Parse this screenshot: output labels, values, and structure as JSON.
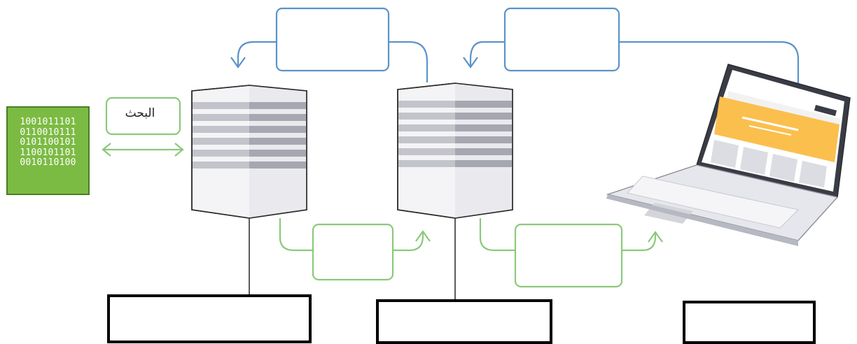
{
  "binary_block": {
    "lines": [
      "1001011101",
      "0110010111",
      "0101100101",
      "1100101101",
      "0010110100"
    ]
  },
  "labels": {
    "search": "البحث"
  },
  "colors": {
    "request_arrow": "#5b93c9",
    "response_arrow": "#8bc97a",
    "binary_fill": "#7cbb43",
    "laptop_screen_banner": "#fbbf4e",
    "server_stripe": "#b8b8bf"
  },
  "icons": [
    "laptop-icon",
    "web-server-icon",
    "database-server-icon",
    "binary-data-icon"
  ]
}
